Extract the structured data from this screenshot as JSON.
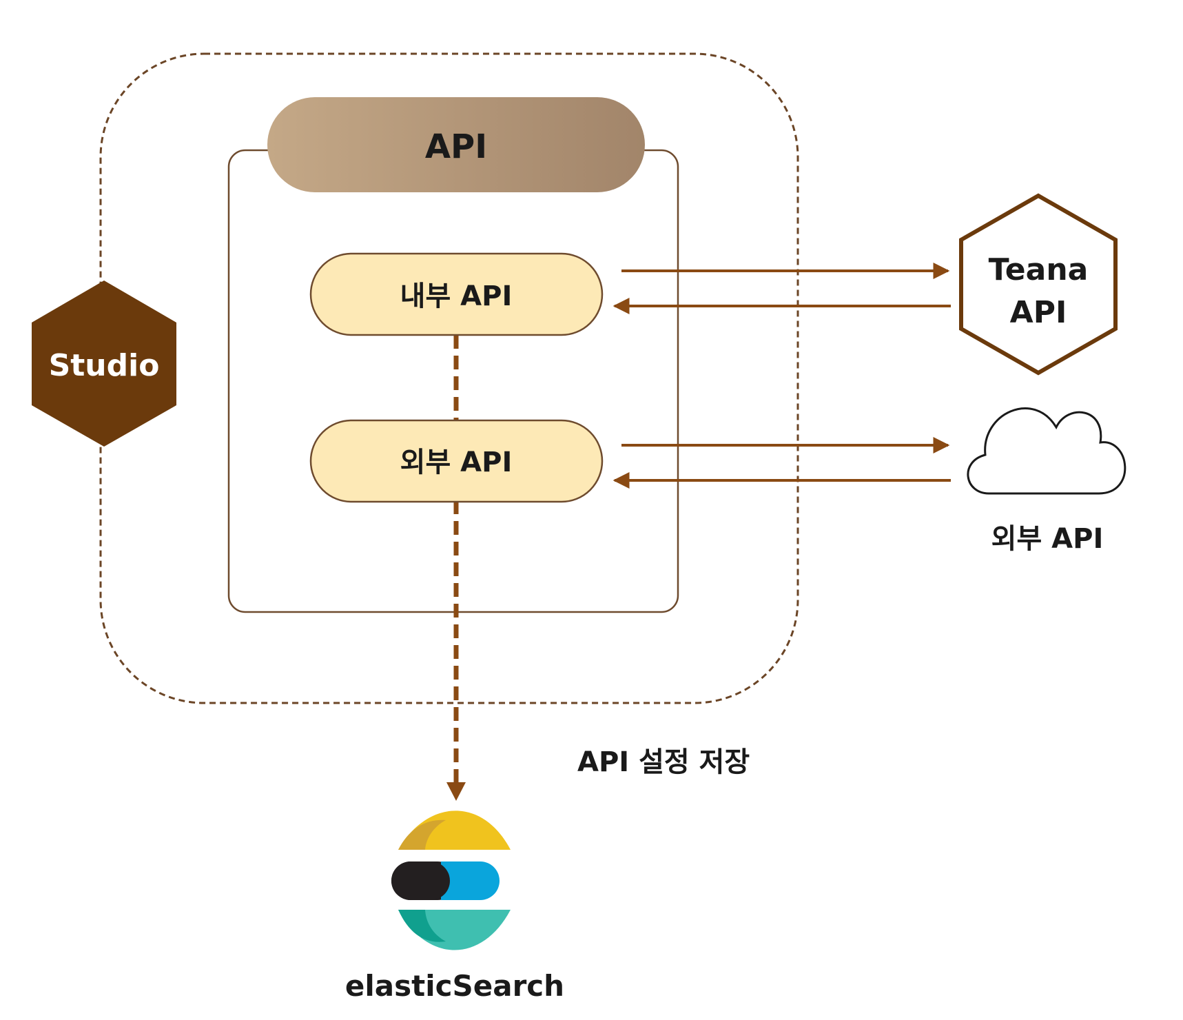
{
  "labels": {
    "studio": "Studio",
    "api_header": "API",
    "internal_api": "내부 API",
    "external_api": "외부 API",
    "teana_line1": "Teana",
    "teana_line2": "API",
    "cloud_external_api": "외부 API",
    "save_config": "API 설정 저장",
    "elasticsearch": "elasticSearch"
  },
  "icons": {
    "studio": "hexagon-icon",
    "teana": "hexagon-outline-icon",
    "external_service": "cloud-icon",
    "storage": "elasticsearch-logo-icon"
  },
  "colors": {
    "brown_dark": "#6b3a0c",
    "brown_arrow": "#8a4a13",
    "brown_border": "#6e4b2e",
    "dashed_frame": "#6b4526",
    "api_header_left": "#c4a887",
    "api_header_right": "#a2856a",
    "node_fill": "#fde9b6",
    "es_yellow": "#f0c31e",
    "es_yellow_dark": "#d4a52e",
    "es_black": "#231f20",
    "es_blue": "#0aa5dc",
    "es_teal": "#3fbfb0",
    "es_teal_dark": "#10a08e",
    "text_dark": "#1a1a1a",
    "text_white": "#ffffff"
  }
}
